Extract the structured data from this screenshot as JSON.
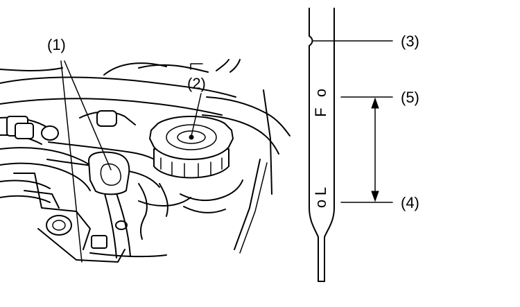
{
  "callouts": {
    "c1": "(1)",
    "c2": "(2)",
    "c3": "(3)",
    "c4": "(4)",
    "c5": "(5)"
  },
  "dipstick": {
    "full_mark": "F",
    "low_mark": "L",
    "dot": "o"
  }
}
